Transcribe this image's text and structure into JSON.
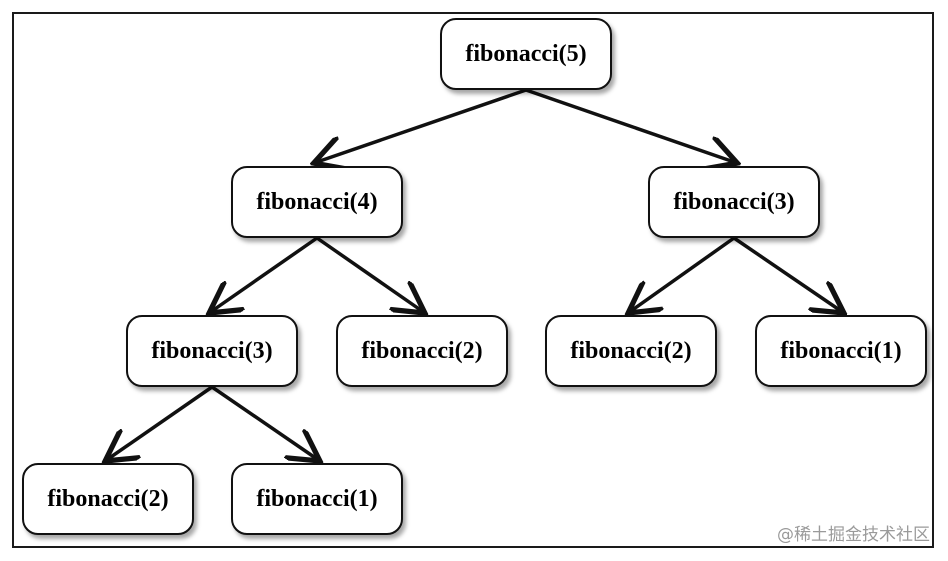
{
  "nodes": [
    {
      "id": "f5",
      "label": "fibonacci(5)"
    },
    {
      "id": "f4",
      "label": "fibonacci(4)"
    },
    {
      "id": "f3a",
      "label": "fibonacci(3)"
    },
    {
      "id": "f3b",
      "label": "fibonacci(3)"
    },
    {
      "id": "f2a",
      "label": "fibonacci(2)"
    },
    {
      "id": "f2b",
      "label": "fibonacci(2)"
    },
    {
      "id": "f1a",
      "label": "fibonacci(1)"
    },
    {
      "id": "f2c",
      "label": "fibonacci(2)"
    },
    {
      "id": "f1b",
      "label": "fibonacci(1)"
    }
  ],
  "edges": [
    {
      "from": "f5",
      "to": "f4"
    },
    {
      "from": "f5",
      "to": "f3a"
    },
    {
      "from": "f4",
      "to": "f3b"
    },
    {
      "from": "f4",
      "to": "f2a"
    },
    {
      "from": "f3a",
      "to": "f2b"
    },
    {
      "from": "f3a",
      "to": "f1a"
    },
    {
      "from": "f3b",
      "to": "f2c"
    },
    {
      "from": "f3b",
      "to": "f1b"
    }
  ],
  "watermark": "@稀土掘金技术社区"
}
